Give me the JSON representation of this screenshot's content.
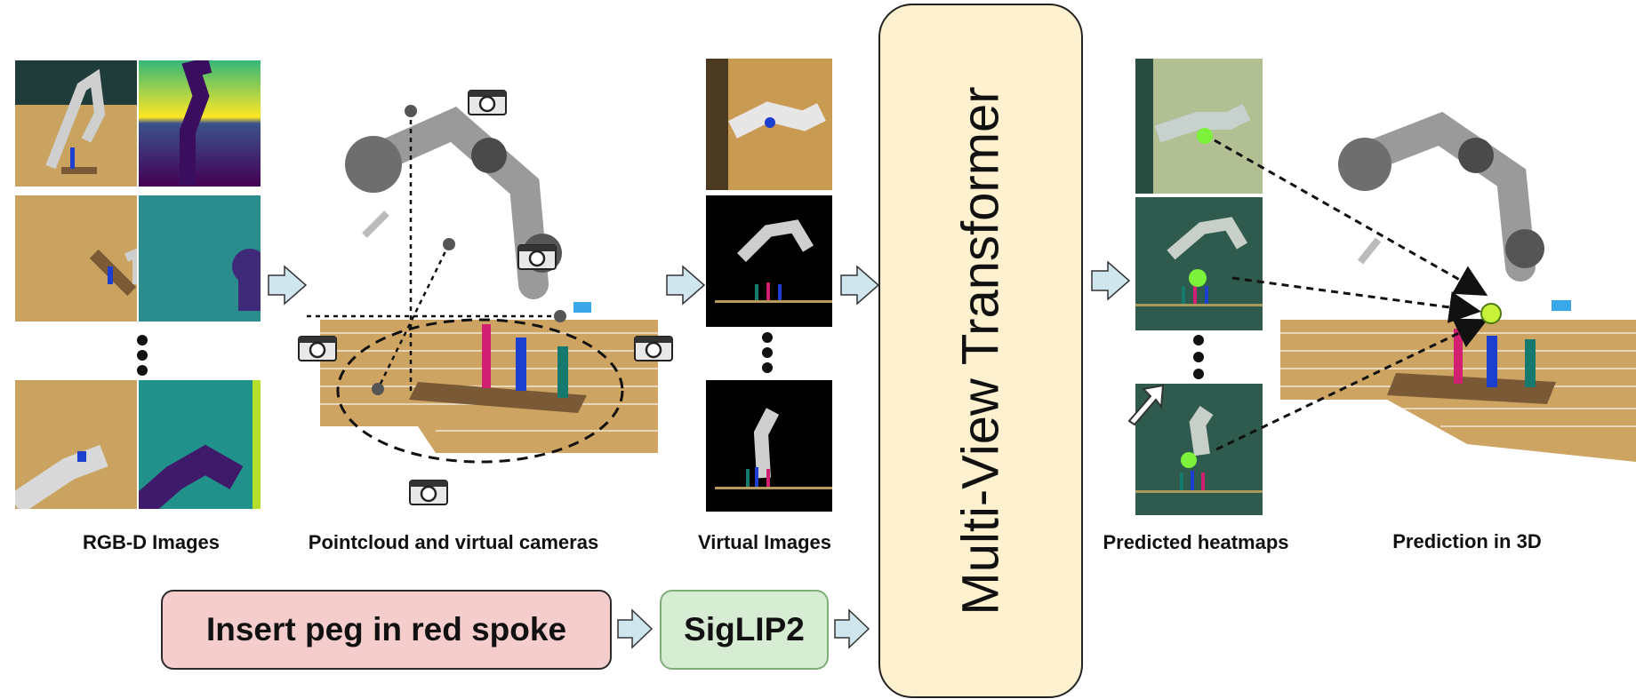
{
  "captions": {
    "rgbd": "RGB-D Images",
    "pointcloud": "Pointcloud and virtual cameras",
    "virtual": "Virtual Images",
    "heatmaps": "Predicted heatmaps",
    "prediction": "Prediction in 3D"
  },
  "instruction": "Insert peg in red spoke",
  "encoder": "SigLIP2",
  "transformer": "Multi-View Transformer",
  "colors": {
    "instruction_fill": "#f6cdcd",
    "encoder_fill": "#d6ecd3",
    "transformer_fill": "#fdf1cf",
    "arrow_fill": "#cfe6ee",
    "heatmap_dot": "#7cf23a",
    "table_wood": "#c99a52"
  },
  "icons": [
    "camera-icon",
    "arrow-icon",
    "ellipsis-dots-icon",
    "cursor-arrow-icon"
  ]
}
